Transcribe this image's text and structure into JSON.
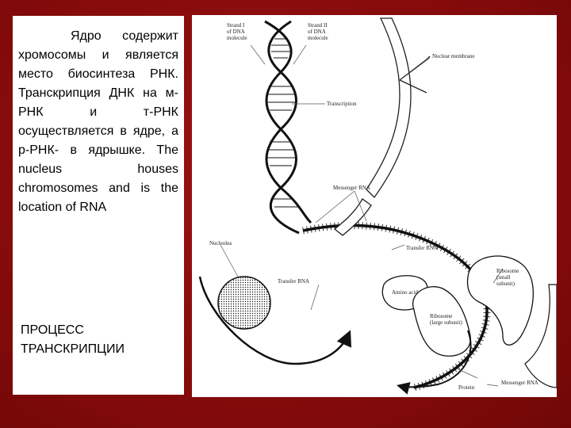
{
  "text_panel": {
    "paragraph": "Ядро содержит хромосомы и является место биосинтеза РНК. Транскрипция ДНК на м-РНК и т-РНК осуществляется в ядре, а р-РНК- в ядрышке. The nucleus houses chromosomes and is the location of RNA",
    "heading_line1": "ПРОЦЕСС",
    "heading_line2": "ТРАНСКРИПЦИИ"
  },
  "figure": {
    "labels": {
      "strand1_l1": "Strand I",
      "strand1_l2": "of DNA",
      "strand1_l3": "molecule",
      "strand2_l1": "Strand II",
      "strand2_l2": "of DNA",
      "strand2_l3": "molecule",
      "nuclear_membrane": "Nuclear membrane",
      "transcription": "Transcription",
      "messenger_rna": "Messenger RNA",
      "nucleolus": "Nucleolus",
      "transfer_rna_top": "Transfer RNA",
      "transfer_rna": "Transfer RNA",
      "amino_acid": "Amino acid",
      "ribosome_small_l1": "Ribosome",
      "ribosome_small_l2": "(small",
      "ribosome_small_l3": "subunit)",
      "ribosome_large_l1": "Ribosome",
      "ribosome_large_l2": "(large subunit)",
      "protein": "Protein",
      "messenger_rna_bottom": "Messenger RNA"
    }
  }
}
